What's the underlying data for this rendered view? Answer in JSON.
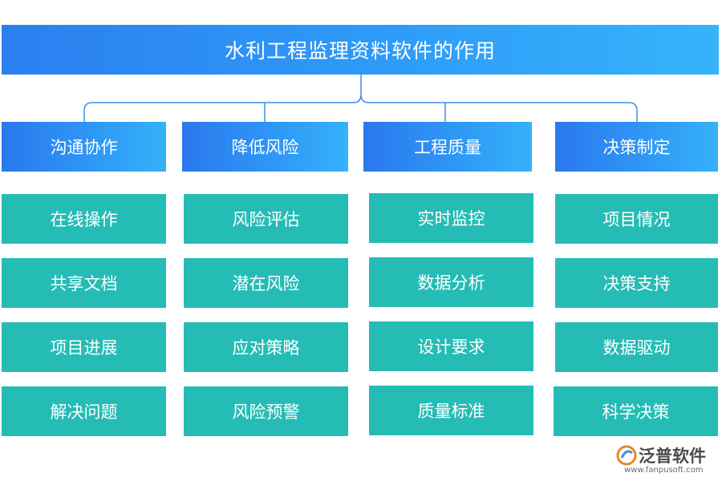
{
  "title": "水利工程监理资料软件的作用",
  "columns": [
    {
      "heading": "沟通协作",
      "items": [
        "在线操作",
        "共享文档",
        "项目进展",
        "解决问题"
      ]
    },
    {
      "heading": "降低风险",
      "items": [
        "风险评估",
        "潜在风险",
        "应对策略",
        "风险预警"
      ]
    },
    {
      "heading": "工程质量",
      "items": [
        "实时监控",
        "数据分析",
        "设计要求",
        "质量标准"
      ]
    },
    {
      "heading": "决策制定",
      "items": [
        "项目情况",
        "决策支持",
        "数据驱动",
        "科学决策"
      ]
    }
  ],
  "logo": {
    "name": "泛普软件",
    "url": "www.fanpusoft.com"
  },
  "colors": {
    "title_blue": "#2e9cf8",
    "category_blue": "#2f9af6",
    "item_teal": "#26bcb6",
    "connector": "#3d8ee6"
  }
}
